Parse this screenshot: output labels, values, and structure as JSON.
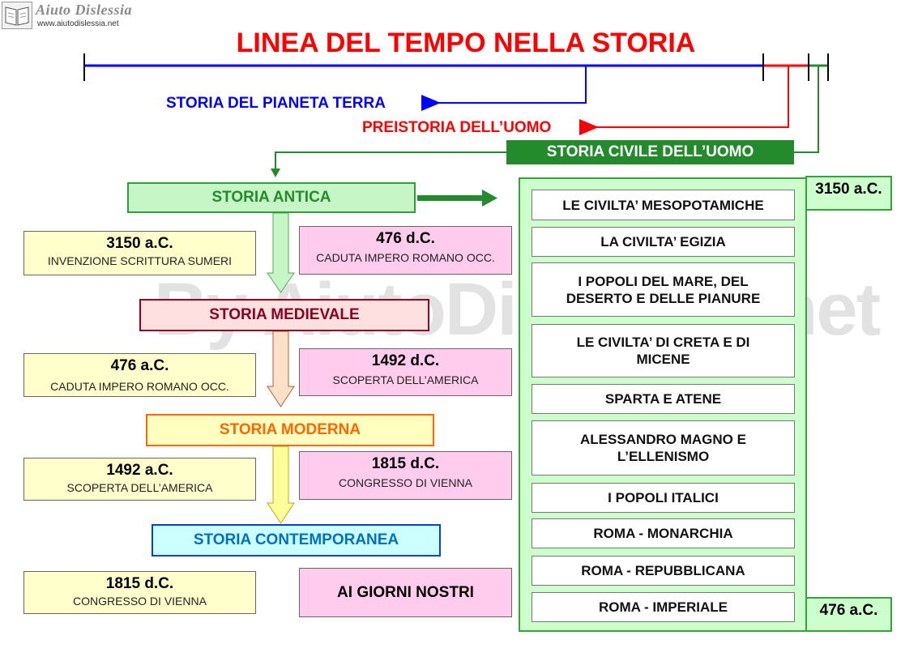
{
  "logo": {
    "name": "Aiuto Dislessia",
    "url": "www.aiutodislessia.net"
  },
  "title": "LINEA DEL TEMPO NELLA STORIA",
  "watermark": "By AiutoDislessia.net",
  "timeline": {
    "segments": [
      {
        "label": "STORIA DEL PIANETA TERRA",
        "color": "#0000ff"
      },
      {
        "label": "PREISTORIA DELL’UOMO",
        "color": "#ff0000"
      },
      {
        "label": "STORIA CIVILE DELL’UOMO",
        "color": "#238b2c"
      }
    ]
  },
  "eras": [
    {
      "label": "STORIA ANTICA",
      "color": "#238b2c",
      "bg": "#c6f5c6",
      "border": "#2f9e3a"
    },
    {
      "label": "STORIA MEDIEVALE",
      "color": "#8b0020",
      "bg": "#ffe0e0",
      "border": "#8b0020"
    },
    {
      "label": "STORIA MODERNA",
      "color": "#ff6600",
      "bg": "#ffffc0",
      "border": "#ff6600"
    },
    {
      "label": "STORIA CONTEMPORANEA",
      "color": "#0070c0",
      "bg": "#ccffff",
      "border": "#0044cc"
    }
  ],
  "start_dates": [
    {
      "date": "3150 a.C.",
      "text": "INVENZIONE SCRITTURA SUMERI"
    },
    {
      "date": "476 a.C.",
      "text": "CADUTA IMPERO ROMANO OCC."
    },
    {
      "date": "1492 a.C.",
      "text": "SCOPERTA DELL’AMERICA"
    },
    {
      "date": "1815 d.C.",
      "text": "CONGRESSO DI VIENNA"
    }
  ],
  "end_dates": [
    {
      "date": "476 d.C.",
      "text": "CADUTA IMPERO ROMANO OCC."
    },
    {
      "date": "1492 d.C.",
      "text": "SCOPERTA DELL’AMERICA"
    },
    {
      "date": "1815 d.C.",
      "text": "CONGRESSO DI VIENNA"
    },
    {
      "text": "AI GIORNI NOSTRI"
    }
  ],
  "antica_panel": {
    "start": "3150 a.C.",
    "end": "476 a.C.",
    "items": [
      "LE CIVILTA’ MESOPOTAMICHE",
      "LA CIVILTA’ EGIZIA",
      "I POPOLI DEL MARE, DEL DESERTO E DELLE PIANURE",
      "LE CIVILTA’ DI CRETA E DI MICENE",
      "SPARTA E ATENE",
      "ALESSANDRO MAGNO E L’ELLENISMO",
      "I POPOLI ITALICI",
      "ROMA - MONARCHIA",
      "ROMA - REPUBBLICANA",
      "ROMA - IMPERIALE"
    ]
  }
}
